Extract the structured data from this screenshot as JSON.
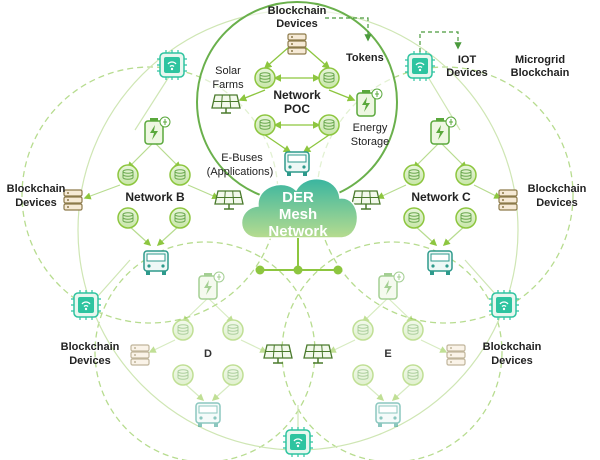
{
  "colors": {
    "accent": "#8dc63f",
    "accent_dark": "#4a9a3c",
    "teal": "#2ec4a0",
    "cloud_top": "#39b5a0",
    "cloud_bottom": "#b7dc8f",
    "text": "#222222"
  },
  "top": {
    "blockchain_devices": [
      "Blockchain",
      "Devices"
    ],
    "tokens": "Tokens",
    "iot_devices": [
      "IOT",
      "Devices"
    ],
    "microgrid_blockchain": [
      "Microgrid",
      "Blockchain"
    ]
  },
  "network_poc": {
    "title": [
      "Network",
      "POC"
    ],
    "solar_farms": [
      "Solar",
      "Farms"
    ],
    "energy_storage": [
      "Energy",
      "Storage"
    ],
    "e_buses": [
      "E-Buses",
      "(Applications)"
    ]
  },
  "network_b": {
    "title": "Network B"
  },
  "network_c": {
    "title": "Network C"
  },
  "network_d": {
    "title": "D"
  },
  "network_e": {
    "title": "E"
  },
  "side_labels": {
    "left": [
      "Blockchain",
      "Devices"
    ],
    "right": [
      "Blockchain",
      "Devices"
    ],
    "bottom_left": [
      "Blockchain",
      "Devices"
    ],
    "bottom_right": [
      "Blockchain",
      "Devices"
    ]
  },
  "cloud": {
    "lines": [
      "DER",
      "Mesh",
      "Network"
    ]
  },
  "icons": {
    "node": "database-node-icon",
    "solar": "solar-panel-icon",
    "battery": "battery-storage-icon",
    "bus": "electric-bus-icon",
    "server": "server-stack-icon",
    "iot": "iot-wireless-icon"
  }
}
